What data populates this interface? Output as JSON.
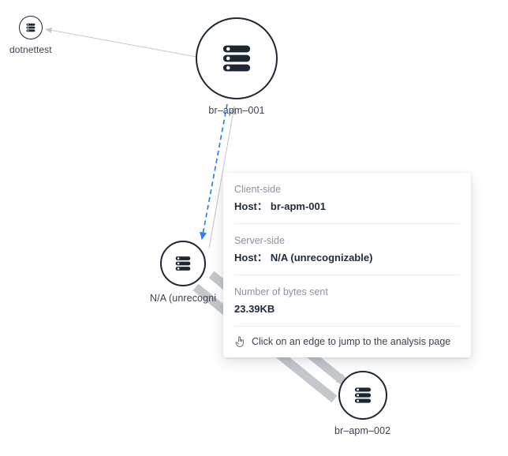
{
  "canvas": {
    "background": "#ffffff",
    "accent_blue": "#2f7ff0",
    "node_stroke": "#1d2633",
    "edge_gray": "#c9ccd2",
    "edge_thick_gray": "#c4c7cc"
  },
  "nodes": [
    {
      "id": "dotnettest",
      "label": "dotnettest",
      "icon": "server-icon",
      "size": "small"
    },
    {
      "id": "br-apm-001",
      "label": "br–apm–001",
      "icon": "server-icon",
      "size": "large"
    },
    {
      "id": "na",
      "label": "N/A (unrecogni",
      "icon": "server-icon",
      "size": "medium"
    },
    {
      "id": "br-apm-002",
      "label": "br–apm–002",
      "icon": "server-icon",
      "size": "medium"
    }
  ],
  "edges": [
    {
      "from": "br-apm-001",
      "to": "dotnettest",
      "style": "solid",
      "color": "#c9ccd2",
      "weight": "thin",
      "selected": false
    },
    {
      "from": "br-apm-001",
      "to": "na",
      "style": "dashed",
      "color": "#2f7ff0",
      "weight": "thin",
      "selected": true
    },
    {
      "from": "na",
      "to": "br-apm-001",
      "style": "solid",
      "color": "#c9ccd2",
      "weight": "thin",
      "selected": false
    },
    {
      "from": "na",
      "to": "br-apm-002",
      "style": "solid",
      "color": "#c4c7cc",
      "weight": "thick",
      "selected": false
    }
  ],
  "tooltip": {
    "client": {
      "caption": "Client-side",
      "host_key": "Host：",
      "host_value": "br-apm-001"
    },
    "server": {
      "caption": "Server-side",
      "host_key": "Host：",
      "host_value": "N/A (unrecognizable)"
    },
    "bytes": {
      "caption": "Number of bytes sent",
      "value": "23.39KB"
    },
    "hint": {
      "icon": "pointing-hand-icon",
      "text": "Click on an edge to jump to the analysis page"
    }
  }
}
